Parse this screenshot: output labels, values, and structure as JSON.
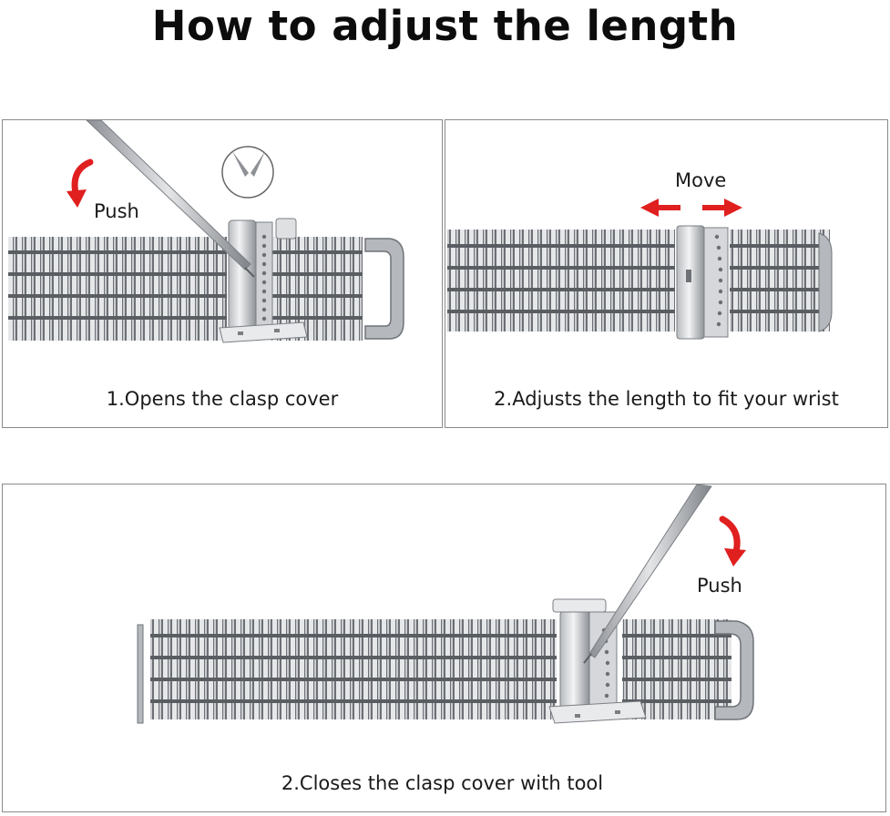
{
  "title": "How to adjust the length",
  "steps": [
    {
      "caption": "1.Opens the clasp cover",
      "annotation": "Push"
    },
    {
      "caption": "2.Adjusts the length to fit your wrist",
      "annotation": "Move"
    },
    {
      "caption": "2.Closes the clasp cover with tool",
      "annotation": "Push"
    }
  ],
  "icons": {
    "push_arrow": "curved-arrow-icon",
    "move_arrows": "double-arrow-icon",
    "detail": "tool-tip-magnifier-icon"
  },
  "colors": {
    "accent": "#e01f1f",
    "metal": "#a9acb1",
    "metal_dark": "#4e5257",
    "border": "#8a8a8a"
  }
}
